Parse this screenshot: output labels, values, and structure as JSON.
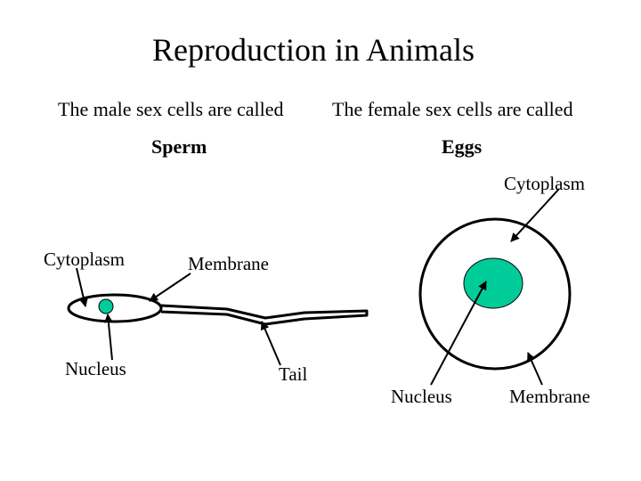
{
  "title": "Reproduction in Animals",
  "male": {
    "intro": "The male sex cells are called",
    "cell_name": "Sperm",
    "labels": {
      "cytoplasm": "Cytoplasm",
      "membrane": "Membrane",
      "nucleus": "Nucleus",
      "tail": "Tail"
    }
  },
  "female": {
    "intro": "The female sex cells are called",
    "cell_name": "Eggs",
    "labels": {
      "cytoplasm": "Cytoplasm",
      "nucleus": "Nucleus",
      "membrane": "Membrane"
    }
  },
  "colors": {
    "nucleus_fill": "#00cc99",
    "line": "#000000"
  }
}
